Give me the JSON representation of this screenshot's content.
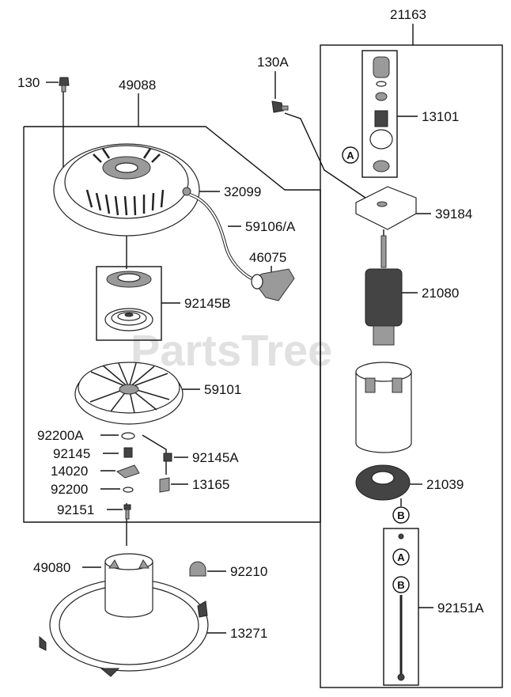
{
  "watermark": "PartsTree",
  "parts": {
    "p21163": "21163",
    "p130A": "130A",
    "p130": "130",
    "p49088": "49088",
    "p13101": "13101",
    "p32099": "32099",
    "p39184": "39184",
    "p59106A": "59106/A",
    "p46075": "46075",
    "p21080": "21080",
    "p92145B": "92145B",
    "p59101": "59101",
    "p92200A": "92200A",
    "p92145": "92145",
    "p92145A": "92145A",
    "p14020": "14020",
    "p13165": "13165",
    "p92200": "92200",
    "p92151": "92151",
    "p21039": "21039",
    "p49080": "49080",
    "p92210": "92210",
    "p13271": "13271",
    "p92151A": "92151A"
  },
  "callouts": {
    "a": "A",
    "b": "B"
  }
}
